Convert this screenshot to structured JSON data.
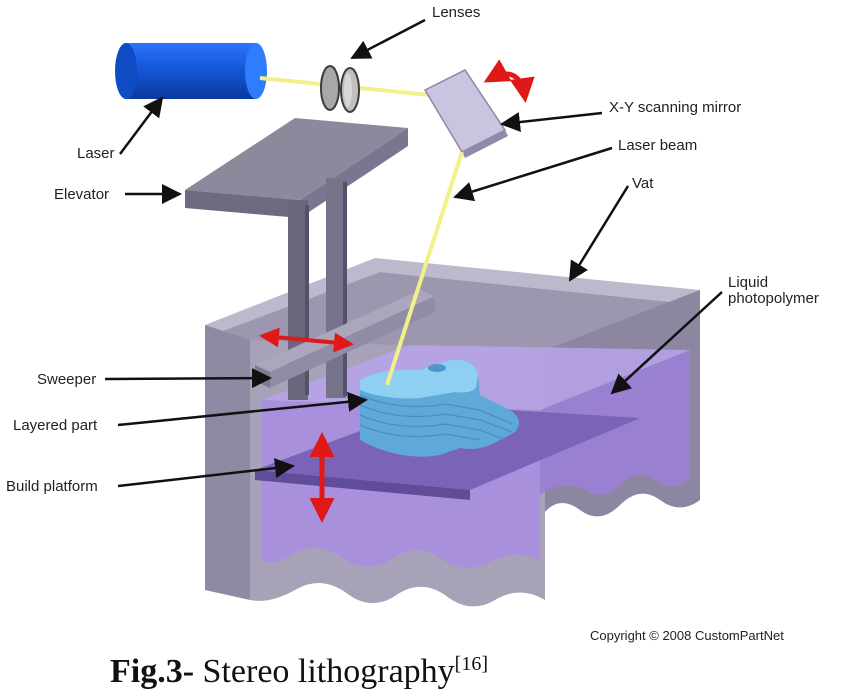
{
  "labels": {
    "lenses": "Lenses",
    "laser": "Laser",
    "xy_mirror": "X-Y scanning mirror",
    "laser_beam": "Laser beam",
    "elevator": "Elevator",
    "vat": "Vat",
    "liquid_line1": "Liquid",
    "liquid_line2": "photopolymer",
    "sweeper": "Sweeper",
    "layered_part": "Layered part",
    "build_platform": "Build platform"
  },
  "copyright": "Copyright © 2008 CustomPartNet",
  "caption": {
    "bold": "Fig.3-",
    "text": " Stereo lithography",
    "ref": "[16]"
  },
  "colors": {
    "laser_body": "#1f5fd6",
    "beam": "#f3f08a",
    "vat_wall": "#a7a2b8",
    "resin": "#a98ee0",
    "part": "#7cc3ec",
    "arrow_red": "#e01818",
    "leader": "#111111"
  }
}
